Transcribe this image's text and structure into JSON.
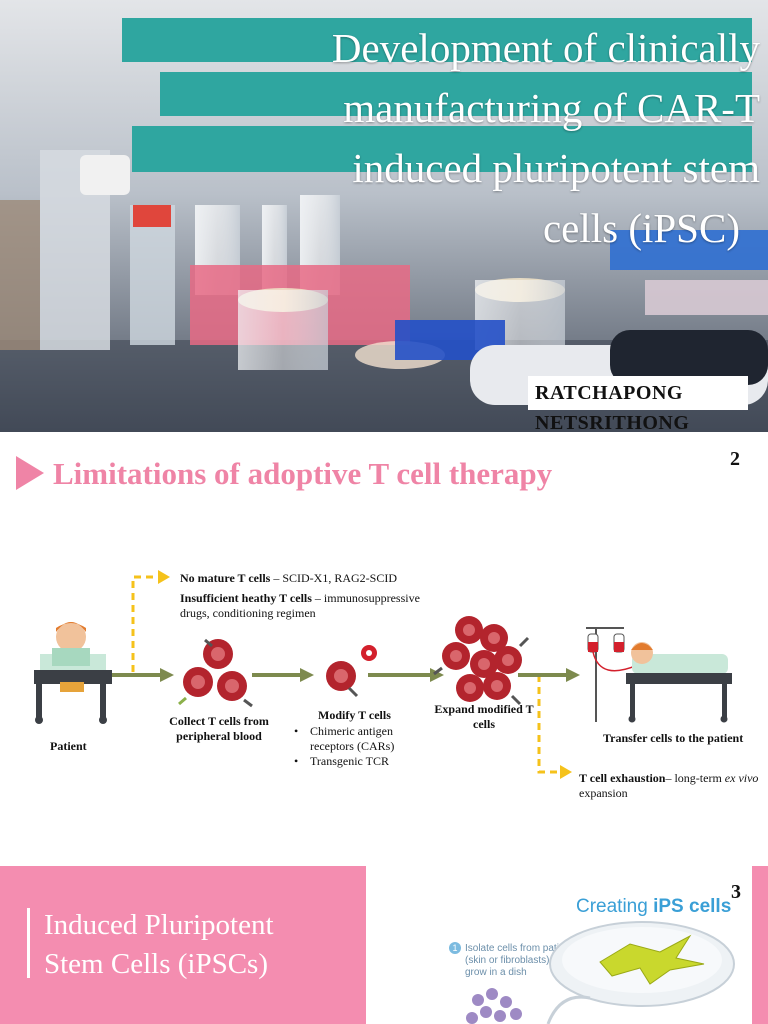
{
  "slide1": {
    "title_lines": [
      "Development of clinically",
      "manufacturing of CAR-T",
      "induced pluripotent stem",
      "cells (iPSC)"
    ],
    "author": [
      "RATCHAPONG",
      "NETSRITHONG"
    ]
  },
  "slide2": {
    "title": "Limitations of adoptive T cell therapy",
    "page_number": "2",
    "diagram": {
      "note1": {
        "bold": "No mature T cells",
        "text": " – SCID-X1, RAG2-SCID"
      },
      "note2": {
        "bold": "Insufficient heathy T cells",
        "text": " – immunosuppressive drugs, conditioning regimen"
      },
      "patient_label": "Patient",
      "collect_label": "Collect T cells from peripheral blood",
      "modify_label": "Modify T cells",
      "modify_bullets": [
        "Chimeric antigen receptors (CARs)",
        "Transgenic TCR"
      ],
      "expand_label": "Expand modified T cells",
      "transfer_label": "Transfer cells to the patient",
      "exhaustion": {
        "bold": "T cell exhaustion",
        "text_pre": "– long-term ",
        "italic": "ex vivo",
        "text_post": " expansion"
      }
    },
    "colors": {
      "accent_pink": "#ef84a6",
      "arrow_olive": "#7d8a4e",
      "dashed_yellow": "#f5c21b",
      "cell_red": "#b3242d"
    }
  },
  "slide3": {
    "title_lines": [
      "Induced Pluripotent",
      "Stem Cells (iPSCs)"
    ],
    "page_number": "3",
    "figure_heading_prefix": "Creating ",
    "figure_heading_bold": "iPS cells",
    "step1_number": "1",
    "step1_lines": [
      "Isolate cells from patient",
      "(skin or fibroblasts);",
      "grow in a dish"
    ],
    "colors": {
      "panel_pink": "#f48db0",
      "figure_blue": "#3a9fd6"
    }
  }
}
